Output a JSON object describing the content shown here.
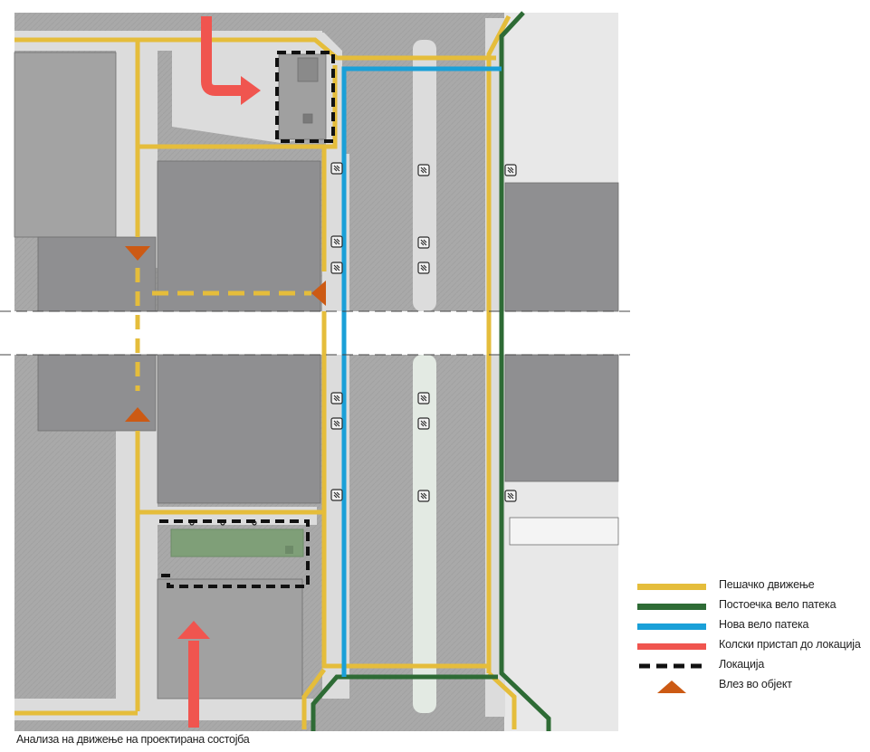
{
  "caption": "Анализа на движење на проектирана состојба",
  "legend": [
    {
      "label": "Пешачко движење",
      "color": "#e5bd3b",
      "style": "solid",
      "icon": "yellow-line-icon"
    },
    {
      "label": "Постоечка вело патека",
      "color": "#2e6b35",
      "style": "solid",
      "icon": "green-line-icon"
    },
    {
      "label": "Нова вело патека",
      "color": "#1aa0d8",
      "style": "solid",
      "icon": "blue-line-icon"
    },
    {
      "label": "Колски пристап до локација",
      "color": "#f0554f",
      "style": "solid",
      "icon": "red-line-icon"
    },
    {
      "label": "Локација",
      "color": "#111111",
      "style": "dashed",
      "icon": "dashed-line-icon"
    },
    {
      "label": "Влез во објект",
      "color": "#cc5a14",
      "style": "triangle",
      "icon": "entrance-triangle-icon"
    }
  ],
  "colors": {
    "background": "#a8a8a8",
    "building": "#8f8f91",
    "sidewalk": "#dcdcdc",
    "pedestrian": "#e5bd3b",
    "bike_existing": "#2e6b35",
    "bike_new": "#1aa0d8",
    "vehicle_access": "#f0554f",
    "location_outline": "#111111",
    "entrance": "#cc5a14",
    "green_area": "#7f9f78",
    "bike_rack_icon": "#2b2b2b"
  }
}
